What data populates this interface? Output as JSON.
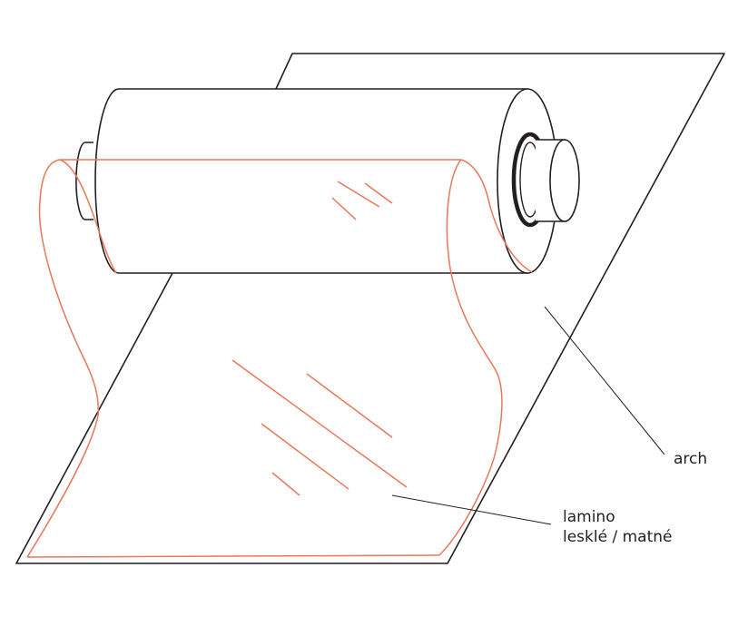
{
  "labels": {
    "sheet": "arch",
    "film_line1": "lamino",
    "film_line2": "lesklé / matné"
  },
  "colors": {
    "outline": "#231f20",
    "film": "#e8785a",
    "background": "#ffffff"
  }
}
